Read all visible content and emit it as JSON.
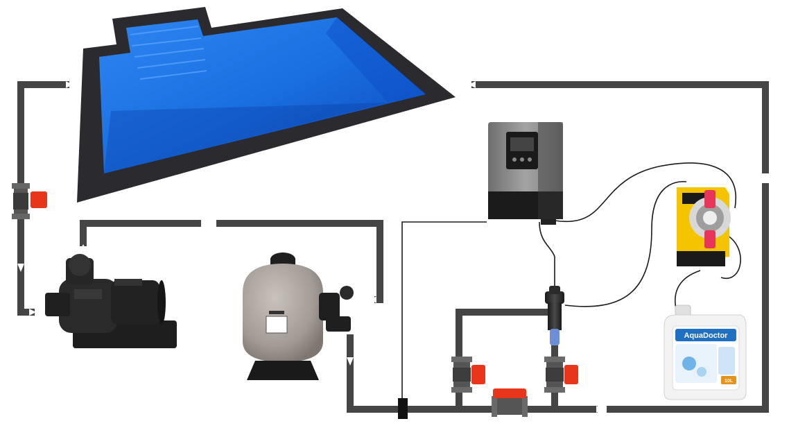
{
  "colors": {
    "pipe": "#454545",
    "pool_water": "#1a6fe0",
    "pool_deep": "#0b45b8",
    "pool_frame": "#2a2a2f",
    "valve_handle": "#e8361c",
    "equipment_dark": "#222222",
    "filter_body": "#a29a94",
    "controller_gray": "#8c8c8c",
    "pump_yellow": "#f4c400",
    "canister_white": "#f3f3f3",
    "brand_blue": "#1f6fc2"
  },
  "icons": {
    "pool": "swimming-pool",
    "pump": "circulation-pump",
    "filter": "sand-filter",
    "controller": "chlorinator-control-unit",
    "dosing_pump": "dosing-pump",
    "canister": "chemical-canister",
    "valve": "ball-valve",
    "cell": "electrolysis-cell"
  },
  "labels": {
    "canister_brand": "AquaDoctor",
    "canister_volume": "10L"
  }
}
